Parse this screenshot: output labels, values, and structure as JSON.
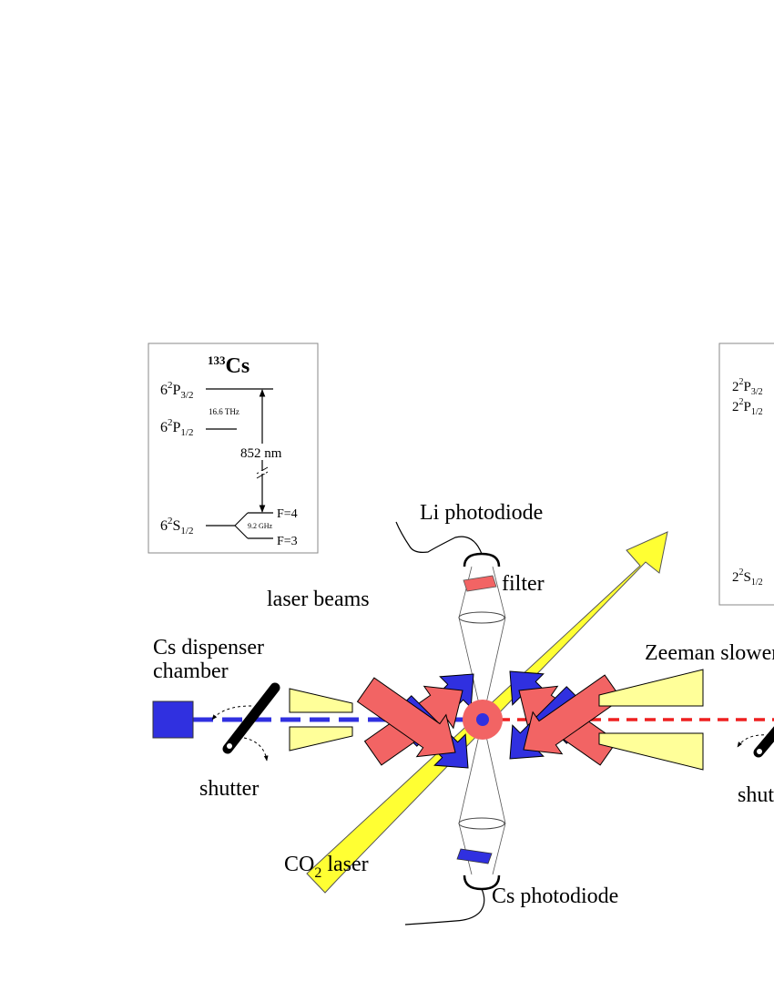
{
  "colors": {
    "blue": "#3030e0",
    "red": "#f26464",
    "yellow": "#ffff33",
    "pale_yellow": "#ffff99",
    "black": "#000000"
  },
  "cs_box": {
    "mass_number": "133",
    "element": "Cs",
    "p32": {
      "prefix": "6",
      "sup": "2",
      "term": "P",
      "sub": "3/2"
    },
    "p12": {
      "prefix": "6",
      "sup": "2",
      "term": "P",
      "sub": "1/2"
    },
    "s12": {
      "prefix": "6",
      "sup": "2",
      "term": "S",
      "sub": "1/2"
    },
    "fine_split": "16.6 THz",
    "transition": "852 nm",
    "hf_split": "9.2 GHz",
    "f_upper": "F=4",
    "f_lower": "F=3"
  },
  "li_box": {
    "p32": {
      "prefix": "2",
      "sup": "2",
      "term": "P",
      "sub": "3/2"
    },
    "p12": {
      "prefix": "2",
      "sup": "2",
      "term": "P",
      "sub": "1/2"
    },
    "s12": {
      "prefix": "2",
      "sup": "2",
      "term": "S",
      "sub": "1/2"
    }
  },
  "labels": {
    "li_photodiode": "Li photodiode",
    "filter": "filter",
    "laser_beams": "laser beams",
    "cs_dispenser_line1": "Cs dispenser",
    "cs_dispenser_line2": "chamber",
    "zeeman_slower": "Zeeman slower",
    "shutter_left": "shutter",
    "shutter_right": "shutter",
    "co2_prefix": "CO",
    "co2_sub": "2",
    "co2_suffix": " laser",
    "cs_photodiode": "Cs photodiode"
  }
}
